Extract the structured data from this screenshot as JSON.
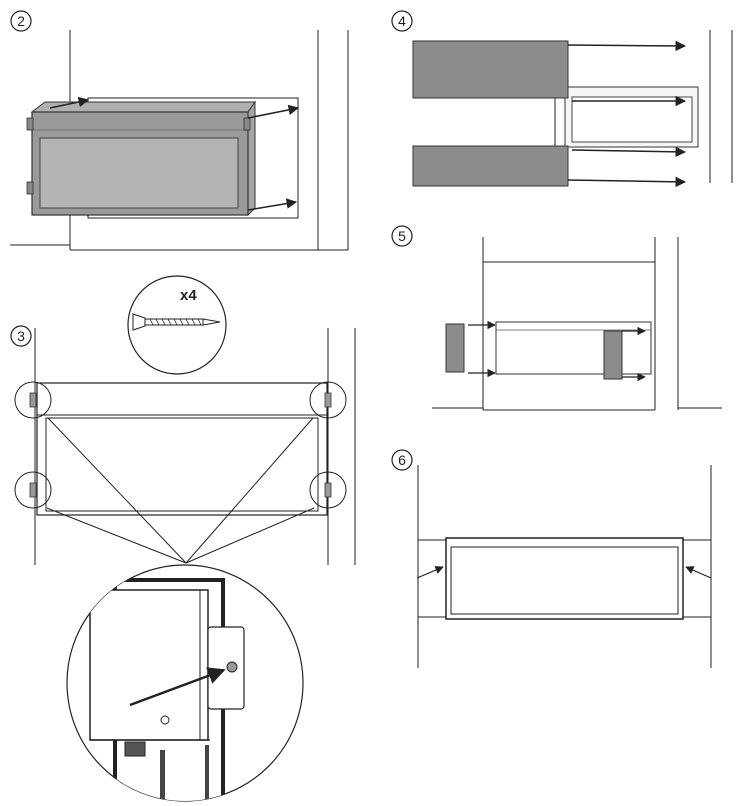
{
  "steps": [
    {
      "number": "2"
    },
    {
      "number": "3"
    },
    {
      "number": "4"
    },
    {
      "number": "5"
    },
    {
      "number": "6"
    }
  ],
  "screw_callout": {
    "quantity": "x4",
    "icon": "screw-icon"
  },
  "colors": {
    "line": "#222222",
    "wall_gray": "#8a8a8a",
    "fireplace_body": "#9a9a9a",
    "fireplace_glass": "#b4b4b4",
    "panel_gray": "#8c8c8c",
    "background": "#ffffff"
  }
}
